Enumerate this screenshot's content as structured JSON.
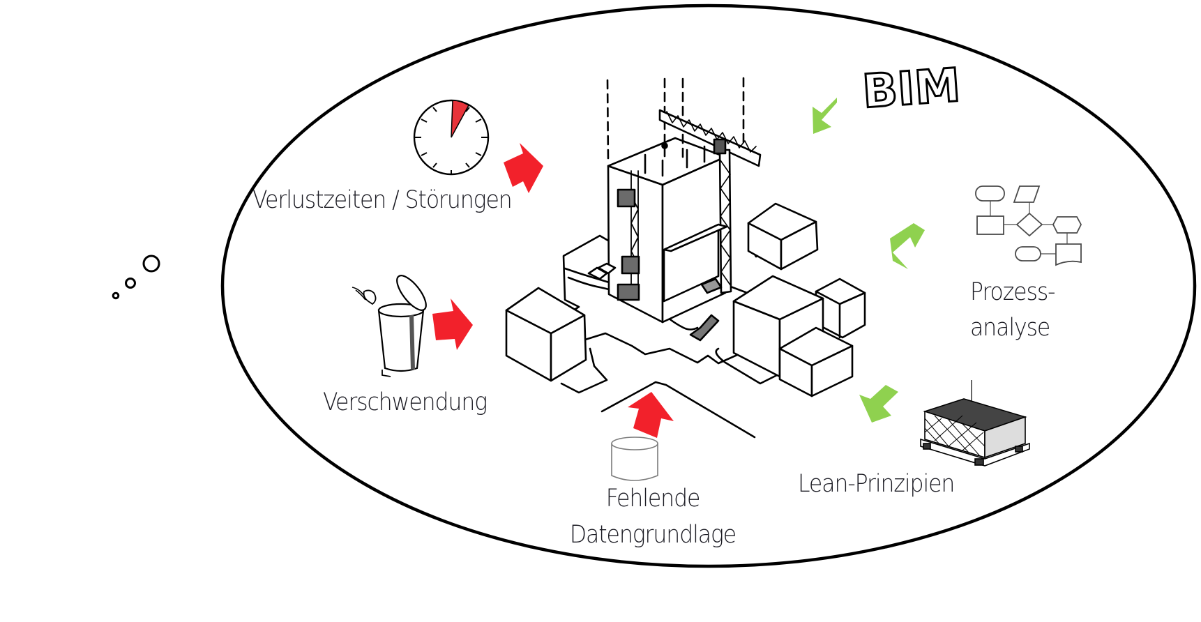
{
  "title": "Bauprozess – Einflussfaktoren",
  "colors": {
    "outline": "#000000",
    "negative_arrow": "#f2212b",
    "positive_arrow": "#8fd14f",
    "clock_wedge": "#e8333a",
    "text": "#1a1a22",
    "icon_gray": "#7a7a7a"
  },
  "central_illustration": "construction-site-sketch",
  "negative_factors": [
    {
      "label": "Verlustzeiten / Störungen",
      "icon": "clock-icon"
    },
    {
      "label": "Verschwendung",
      "icon": "trash-can-icon"
    },
    {
      "label": "Fehlende",
      "label_line2": "Datengrundlage",
      "icon": "database-cylinder-icon"
    }
  ],
  "positive_factors": [
    {
      "label": "BIM",
      "icon": "bim-lettering"
    },
    {
      "label": "Prozess-",
      "label_line2": "analyse",
      "icon": "flowchart-icon"
    },
    {
      "label": "Lean-Prinzipien",
      "icon": "pallet-icon"
    }
  ],
  "thought_bubbles": 3
}
